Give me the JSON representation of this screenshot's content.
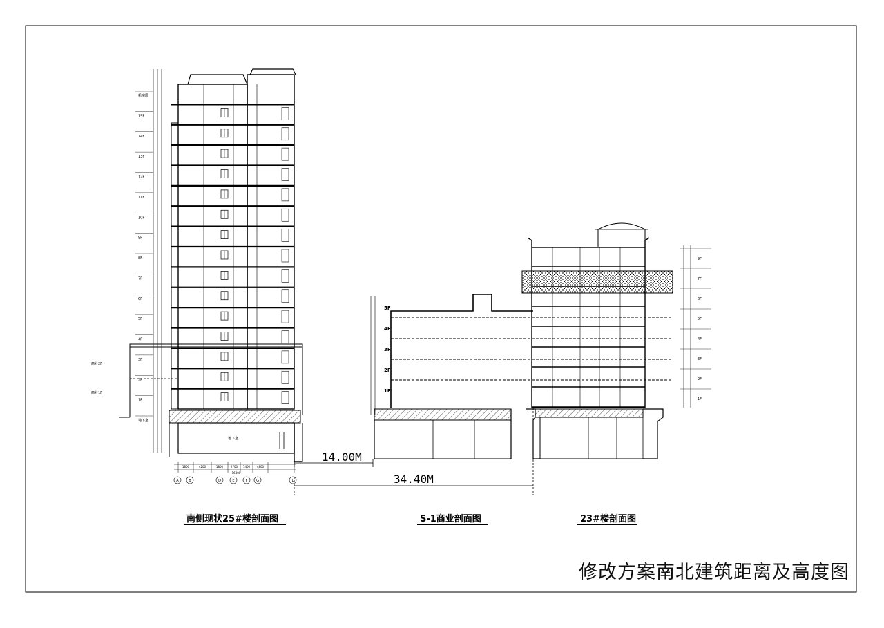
{
  "sheet_title": "修改方案南北建筑距离及高度图",
  "captions": {
    "building_25": "南侧现状25#楼剖面图",
    "commercial_s1": "S-1商业剖面图",
    "building_23": "23#楼剖面图"
  },
  "dimensions": {
    "gap_near": "14.00M",
    "gap_far": "34.40M"
  },
  "building_25": {
    "floor_labels": [
      "机房层",
      "15F",
      "14F",
      "13F",
      "12F",
      "11F",
      "10F",
      "9F",
      "8F",
      "7F",
      "6F",
      "5F",
      "4F",
      "3F",
      "2F",
      "1F",
      "地下室"
    ],
    "basement_label": "地下室",
    "side_labels": [
      "商业2F",
      "商业1F"
    ],
    "grid_labels": [
      "A",
      "B",
      "D",
      "E",
      "F",
      "G",
      "L"
    ],
    "bottom_dims": [
      "1800",
      "4200",
      "1800",
      "2700",
      "1400",
      "4800"
    ],
    "total_dim": "16400"
  },
  "commercial_s1": {
    "floor_labels": [
      "5F",
      "4F",
      "3F",
      "2F",
      "1F"
    ]
  },
  "building_23": {
    "floor_labels": [
      "9F",
      "7F",
      "6F",
      "5F",
      "4F",
      "3F",
      "2F",
      "1F"
    ]
  },
  "colors": {
    "ink": "#000000",
    "paper": "#ffffff"
  }
}
